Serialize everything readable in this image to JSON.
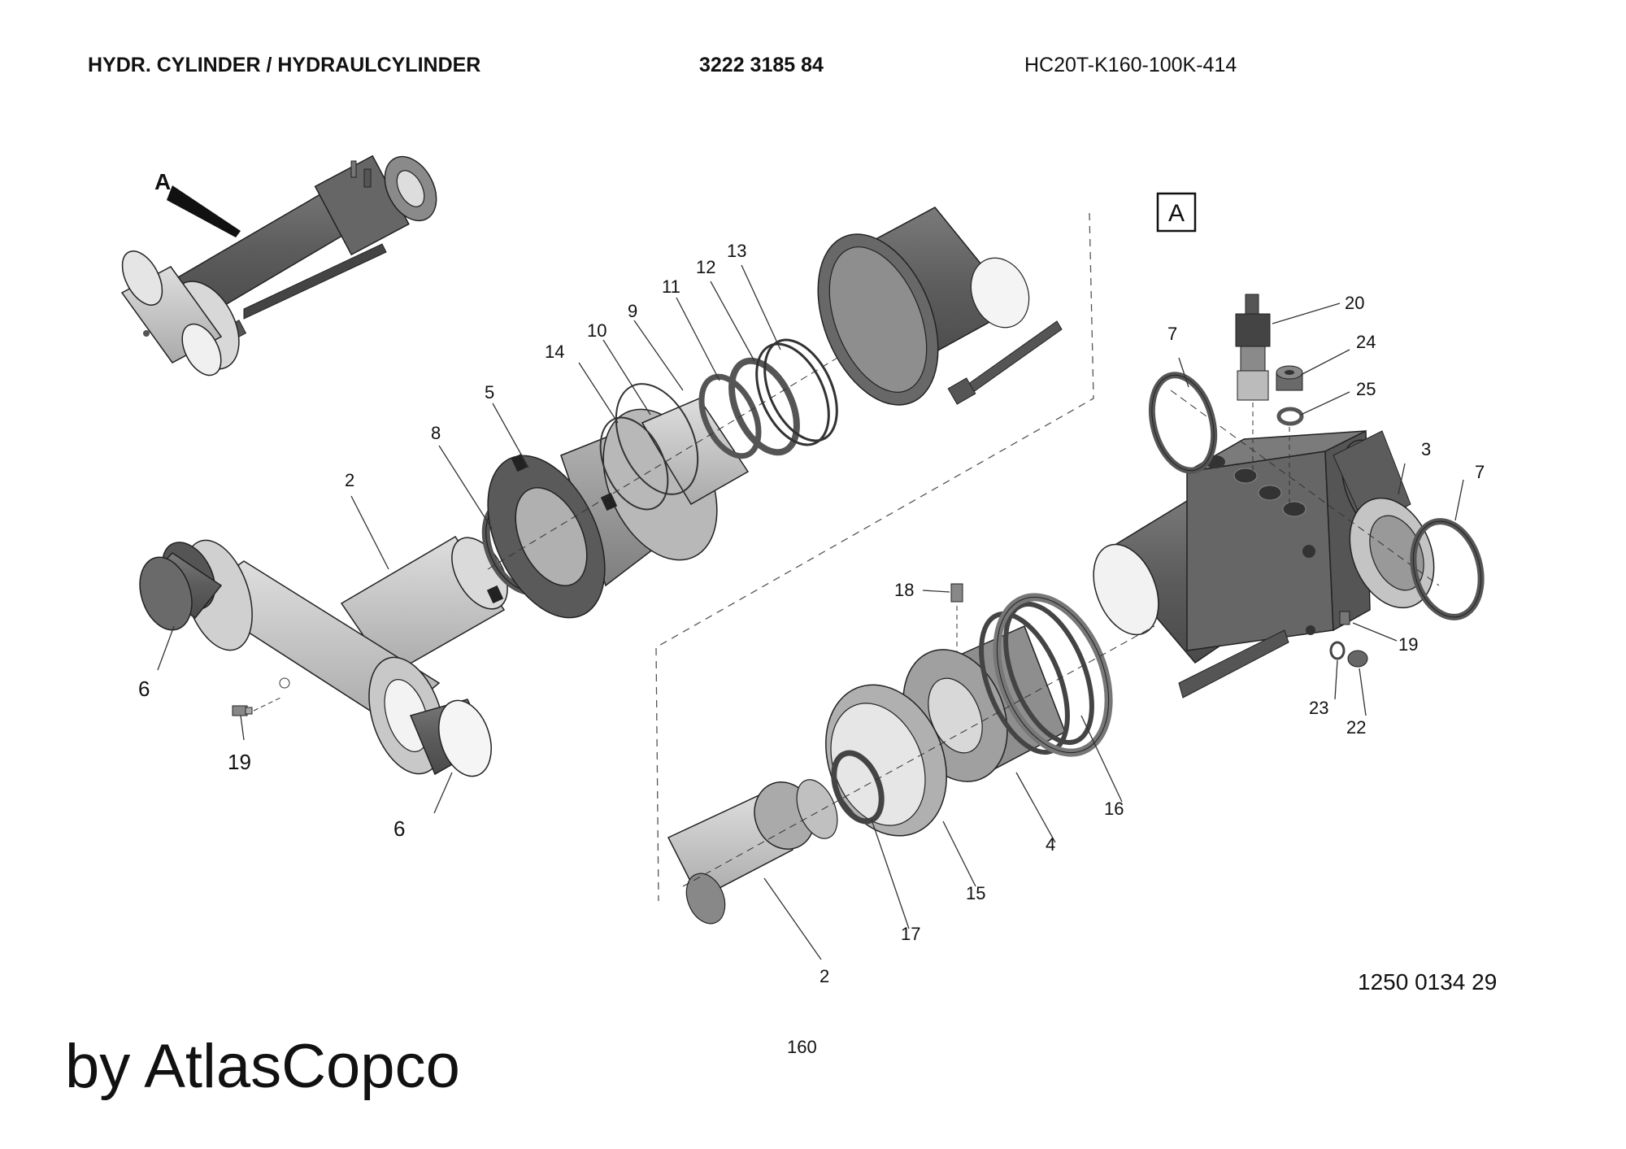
{
  "header": {
    "title": "HYDR. CYLINDER / HYDRAULCYLINDER",
    "part_number": "3222 3185 84",
    "model": "HC20T-K160-100K-414"
  },
  "view": {
    "arrow_label": "A",
    "detail_box_label": "A"
  },
  "callouts": {
    "c2a": "2",
    "c2b": "2",
    "c3": "3",
    "c4": "4",
    "c5": "5",
    "c6a": "6",
    "c6b": "6",
    "c7a": "7",
    "c7b": "7",
    "c8": "8",
    "c9": "9",
    "c10": "10",
    "c11": "11",
    "c12": "12",
    "c13": "13",
    "c14": "14",
    "c15": "15",
    "c16": "16",
    "c17": "17",
    "c18": "18",
    "c19a": "19",
    "c19b": "19",
    "c20": "20",
    "c22": "22",
    "c23": "23",
    "c24": "24",
    "c25": "25"
  },
  "footer": {
    "plate_number": "1250 0134 29",
    "page_number": "160",
    "brand": "by AtlasCopco"
  },
  "colors": {
    "dark_part": "#606060",
    "light_part": "#c8c8c8",
    "mid_part": "#9a9a9a",
    "line": "#2a2a2a",
    "background": "#ffffff"
  }
}
